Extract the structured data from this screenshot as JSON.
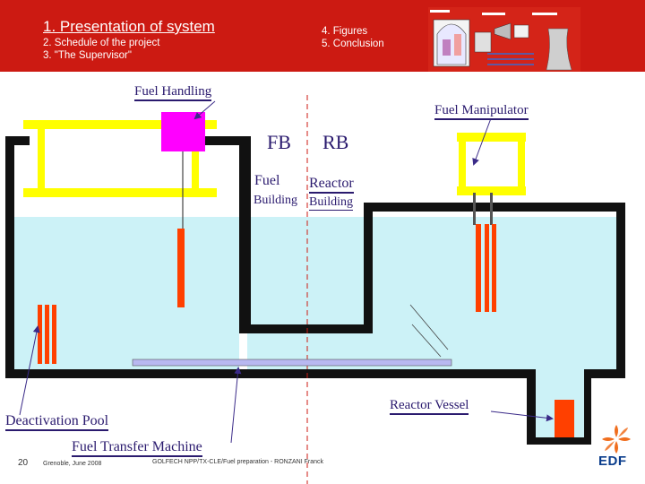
{
  "header": {
    "menu_item_1": "1. Presentation of system",
    "menu_item_2": "2. Schedule of the project",
    "menu_item_3": "3. \"The Supervisor\"",
    "menu_item_4": "4. Figures",
    "menu_item_5": "5. Conclusion"
  },
  "diagram": {
    "fuel_handling": "Fuel Handling",
    "fuel_manipulator": "Fuel Manipulator",
    "fb": "FB",
    "rb": "RB",
    "fuel": "Fuel",
    "building_left": "Building",
    "reactor": "Reactor",
    "building_right": "Building",
    "reactor_vessel": "Reactor Vessel",
    "deactivation_pool": "Deactivation Pool",
    "fuel_transfer_machine": "Fuel Transfer Machine"
  },
  "footer": {
    "page_number": "20",
    "location_date": "Grenoble, June 2008",
    "credit": "GOLFECH NPP/TX-CLE/Fuel preparation - RONZANI Franck",
    "logo_text": "EDF"
  },
  "colors": {
    "header_red": "#cc1a12",
    "water": "#ccf2f7",
    "structure": "#111111",
    "crane_yellow": "#ffff00",
    "trolley_magenta": "#ff00ff",
    "fuel_orange": "#ff4000",
    "transfer_rail": "#b8b8f0",
    "logo_orange": "#f06e1e",
    "logo_blue": "#0a3d8c"
  },
  "icons": [
    "plant-schematic-icon",
    "edf-logo-icon"
  ]
}
